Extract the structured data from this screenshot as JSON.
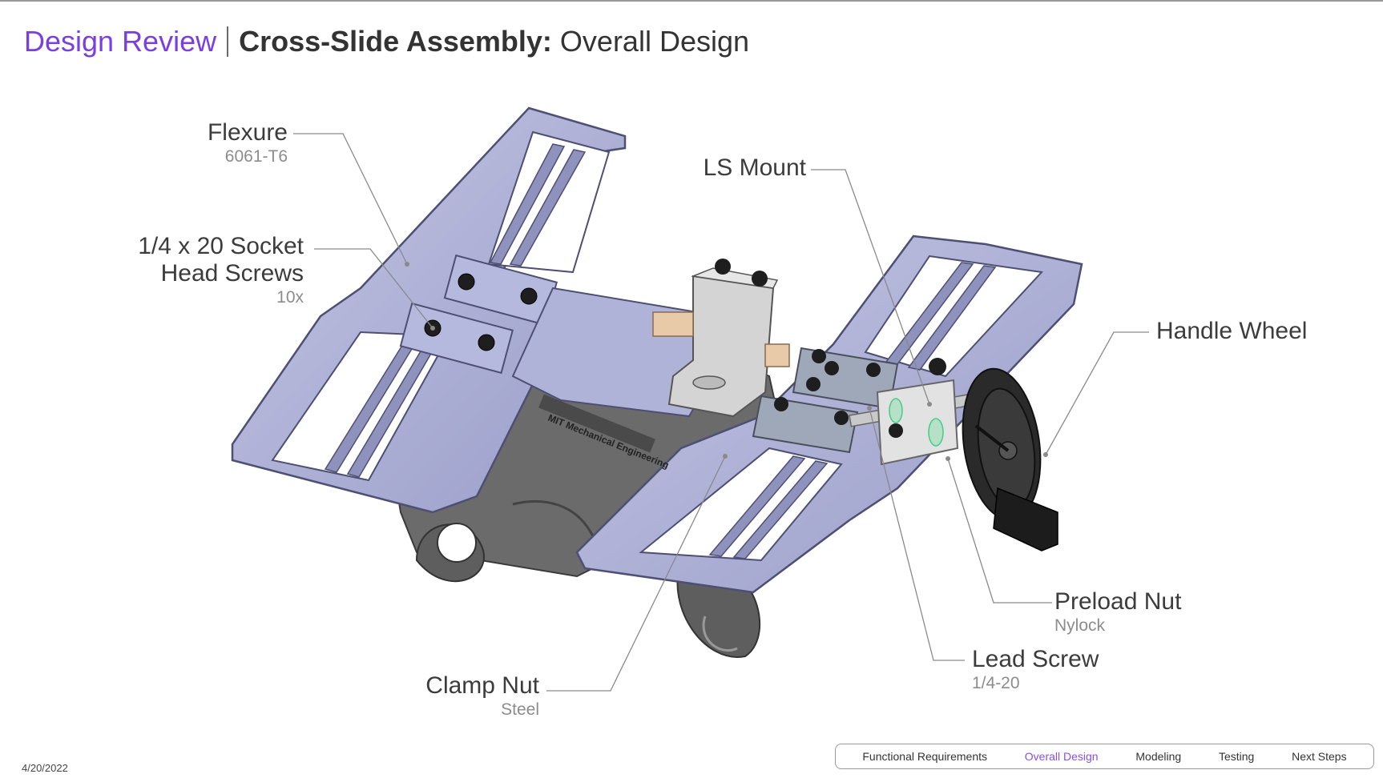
{
  "header": {
    "section": "Design Review",
    "title_main": "Cross-Slide Assembly:",
    "title_sub": "Overall Design"
  },
  "callouts": {
    "flexure": {
      "name": "Flexure",
      "detail": "6061-T6"
    },
    "screws": {
      "name_line1": "1/4 x 20 Socket",
      "name_line2": "Head Screws",
      "detail": "10x"
    },
    "ls_mount": {
      "name": "LS Mount"
    },
    "handle_wheel": {
      "name": "Handle Wheel"
    },
    "preload_nut": {
      "name": "Preload Nut",
      "detail": "Nylock"
    },
    "lead_screw": {
      "name": "Lead Screw",
      "detail": "1/4-20"
    },
    "clamp_nut": {
      "name": "Clamp Nut",
      "detail": "Steel"
    }
  },
  "engraving": "MIT Mechanical Engineering",
  "date": "4/20/2022",
  "nav": {
    "items": [
      "Functional Requirements",
      "Overall Design",
      "Modeling",
      "Testing",
      "Next Steps"
    ],
    "active": "Overall Design"
  },
  "colors": {
    "accent": "#7a3fe0",
    "flexure": "#a9acd3",
    "base": "#6e6e6e",
    "steel": "#c8c8c8",
    "wheel": "#2a2a2a"
  }
}
